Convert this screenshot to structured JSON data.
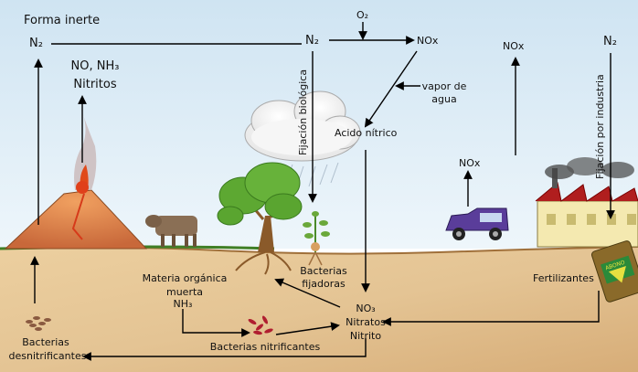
{
  "labels": {
    "forma_inerte": "Forma inerte",
    "n2_left": "N₂",
    "n2_center": "N₂",
    "o2": "O₂",
    "nox_top": "NOx",
    "nox_right": "NOx",
    "n2_right": "N₂",
    "no_nh3": "NO, NH₃",
    "nitritos": "Nitritos",
    "vapor_de": "vapor de",
    "agua": "agua",
    "fijacion_biologica": "Fijación biológica",
    "fijacion_industria": "Fijación por industria",
    "acido_nitrico": "Acido nítrico",
    "nox_car": "NOx",
    "materia_1": "Materia orgánica",
    "materia_2": "muerta",
    "nh3": "NH₃",
    "bacterias_fijadoras_1": "Bacterias",
    "bacterias_fijadoras_2": "fijadoras",
    "no3": "NO₃",
    "nitratos": "Nitratos",
    "nitrito": "Nitrito",
    "bacterias_nitrificantes": "Bacterias nitrificantes",
    "bacterias_desn_1": "Bacterias",
    "bacterias_desn_2": "desnitrificantes",
    "fertilizantes": "Fertilizantes",
    "abono": "ABONO"
  },
  "colors": {
    "sky_top": "#cfe4f2",
    "sky_bottom": "#eaf4fa",
    "soil": "#e6c79a",
    "soil_edge": "#b07a3a",
    "grass": "#4a8a2a",
    "volcano": "#d9824a",
    "tree": "#5da832",
    "car": "#5a3d9a",
    "factory_wall": "#f4e9b0",
    "factory_roof": "#b01e1e",
    "arrow": "#000000"
  }
}
